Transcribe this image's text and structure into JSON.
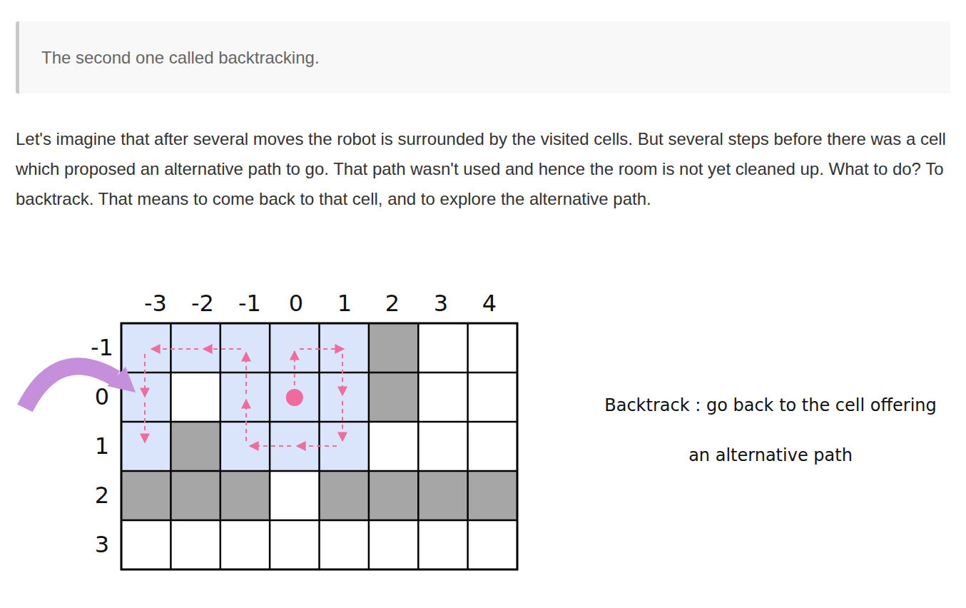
{
  "diagram": {
    "nodes": [
      {
        "text": [
          "The second one called backtracking."
        ]
      }
    ],
    "labels": [
      "Let's imagine that after several moves the robot is surrounded by the visited cells. But several steps before there was a cell which proposed an alternative path to go. That path wasn't used and hence the room is not yet cleaned up. What to do? To backtrack. That means to come back to that cell, and to explore the alternative path.",
      "-3",
      "-2",
      "-1",
      "0",
      "1",
      "2",
      "3",
      "4",
      "-1",
      "0",
      "1",
      "2",
      "3",
      "Backtrack : go back to the cell offering an alternative path"
    ]
  }
}
